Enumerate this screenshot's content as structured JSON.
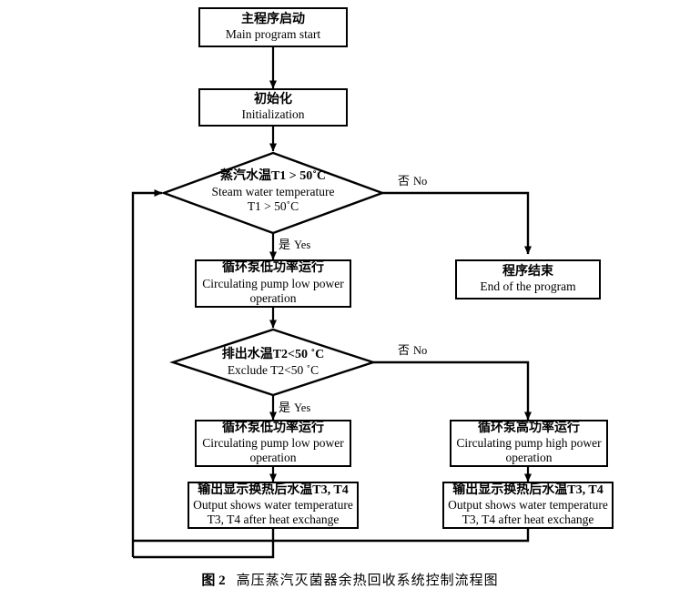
{
  "figure": {
    "caption_number": "图 2",
    "caption_text": "高压蒸汽灭菌器余热回收系统控制流程图"
  },
  "nodes": {
    "start": {
      "type": "process",
      "cn": "主程序启动",
      "en": "Main program start"
    },
    "init": {
      "type": "process",
      "cn": "初始化",
      "en": "Initialization"
    },
    "decision1": {
      "type": "decision",
      "cn": "蒸汽水温T1 > 50˚C",
      "en_line1": "Steam water temperature",
      "en_line2": "T1 > 50˚C"
    },
    "pump_low_1": {
      "type": "process",
      "cn": "循环泵低功率运行",
      "en_line1": "Circulating pump low power",
      "en_line2": "operation"
    },
    "end_program": {
      "type": "process",
      "cn": "程序结束",
      "en": "End of the program"
    },
    "decision2": {
      "type": "decision",
      "cn": "排出水温T2<50 ˚C",
      "en": "Exclude T2<50 ˚C"
    },
    "pump_low_2": {
      "type": "process",
      "cn": "循环泵低功率运行",
      "en_line1": "Circulating pump low power",
      "en_line2": "operation"
    },
    "pump_high": {
      "type": "process",
      "cn": "循环泵高功率运行",
      "en_line1": "Circulating pump high power",
      "en_line2": "operation"
    },
    "output_left": {
      "type": "process",
      "cn": "输出显示换热后水温T3, T4",
      "en_line1": "Output shows water temperature",
      "en_line2": "T3, T4 after heat exchange"
    },
    "output_right": {
      "type": "process",
      "cn": "输出显示换热后水温T3, T4",
      "en_line1": "Output shows water temperature",
      "en_line2": "T3, T4 after heat exchange"
    }
  },
  "edge_labels": {
    "d1_no_cn": "否",
    "d1_no_en": "No",
    "d1_yes_cn": "是",
    "d1_yes_en": "Yes",
    "d2_no_cn": "否",
    "d2_no_en": "No",
    "d2_yes_cn": "是",
    "d2_yes_en": "Yes"
  },
  "colors": {
    "stroke": "#000000",
    "fill": "#ffffff",
    "text": "#000000"
  }
}
